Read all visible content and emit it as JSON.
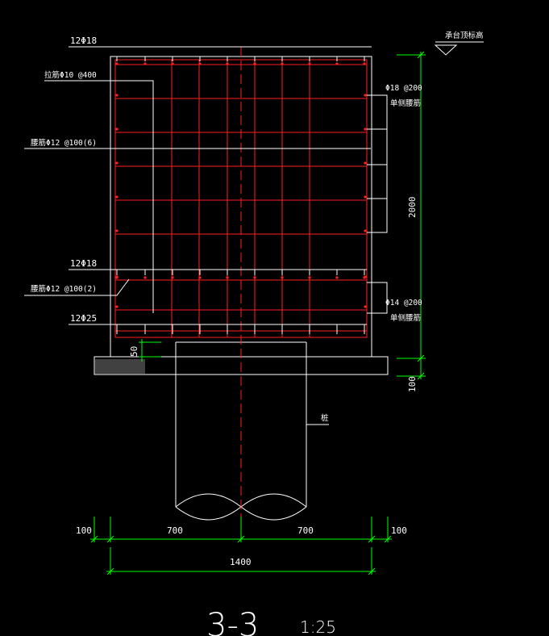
{
  "labels": {
    "top_bars": "12Φ18",
    "stirrup": "拉筋Φ10 @400",
    "side_bars": "腰筋Φ12 @100(6)",
    "mid_bars": "12Φ18",
    "lower_side_bars": "腰筋Φ12 @100(2)",
    "bottom_bars": "12Φ25",
    "right_upper_bars": "Φ18 @200",
    "right_upper_note": "单侧腰筋",
    "right_lower_bars": "Φ14 @200",
    "right_lower_note": "单侧腰筋",
    "elevation": "承台顶标高",
    "pile": "桩"
  },
  "dimensions": {
    "height_total": "2000",
    "below": "100",
    "cover": "50",
    "left_edge": "100",
    "left_half": "700",
    "right_half": "700",
    "right_edge": "100",
    "total_width": "1400"
  },
  "title": {
    "section": "3-3",
    "scale": "1:25"
  },
  "colors": {
    "background": "#000000",
    "outline": "#ffffff",
    "rebar": "#ff2020",
    "dimension": "#00ff00"
  }
}
